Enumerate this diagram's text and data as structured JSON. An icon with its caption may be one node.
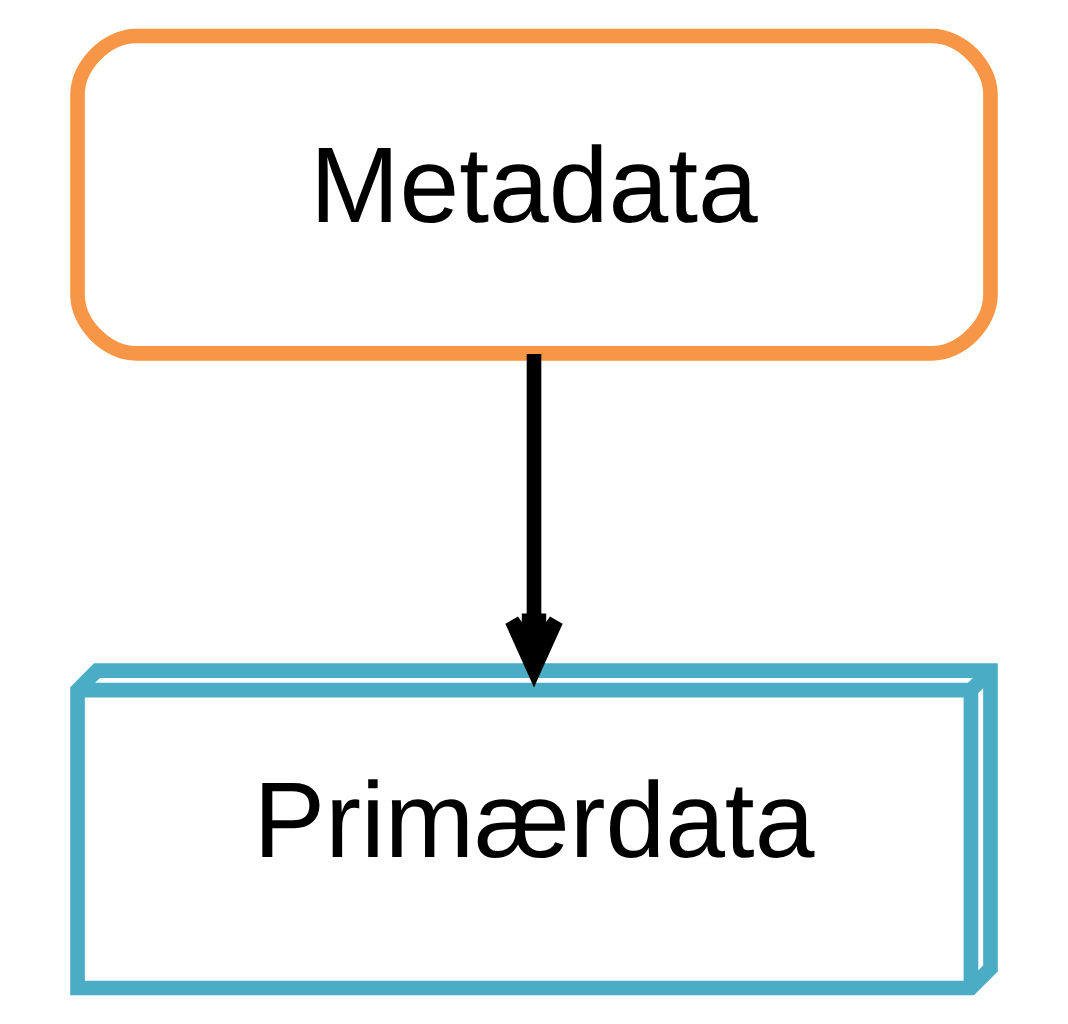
{
  "diagram": {
    "nodes": [
      {
        "text": [
          "Metadata"
        ]
      },
      {
        "text": [
          "Primærdata"
        ]
      }
    ],
    "edges": [
      {
        "from": 0,
        "to": 1,
        "arrow": "to"
      }
    ]
  }
}
